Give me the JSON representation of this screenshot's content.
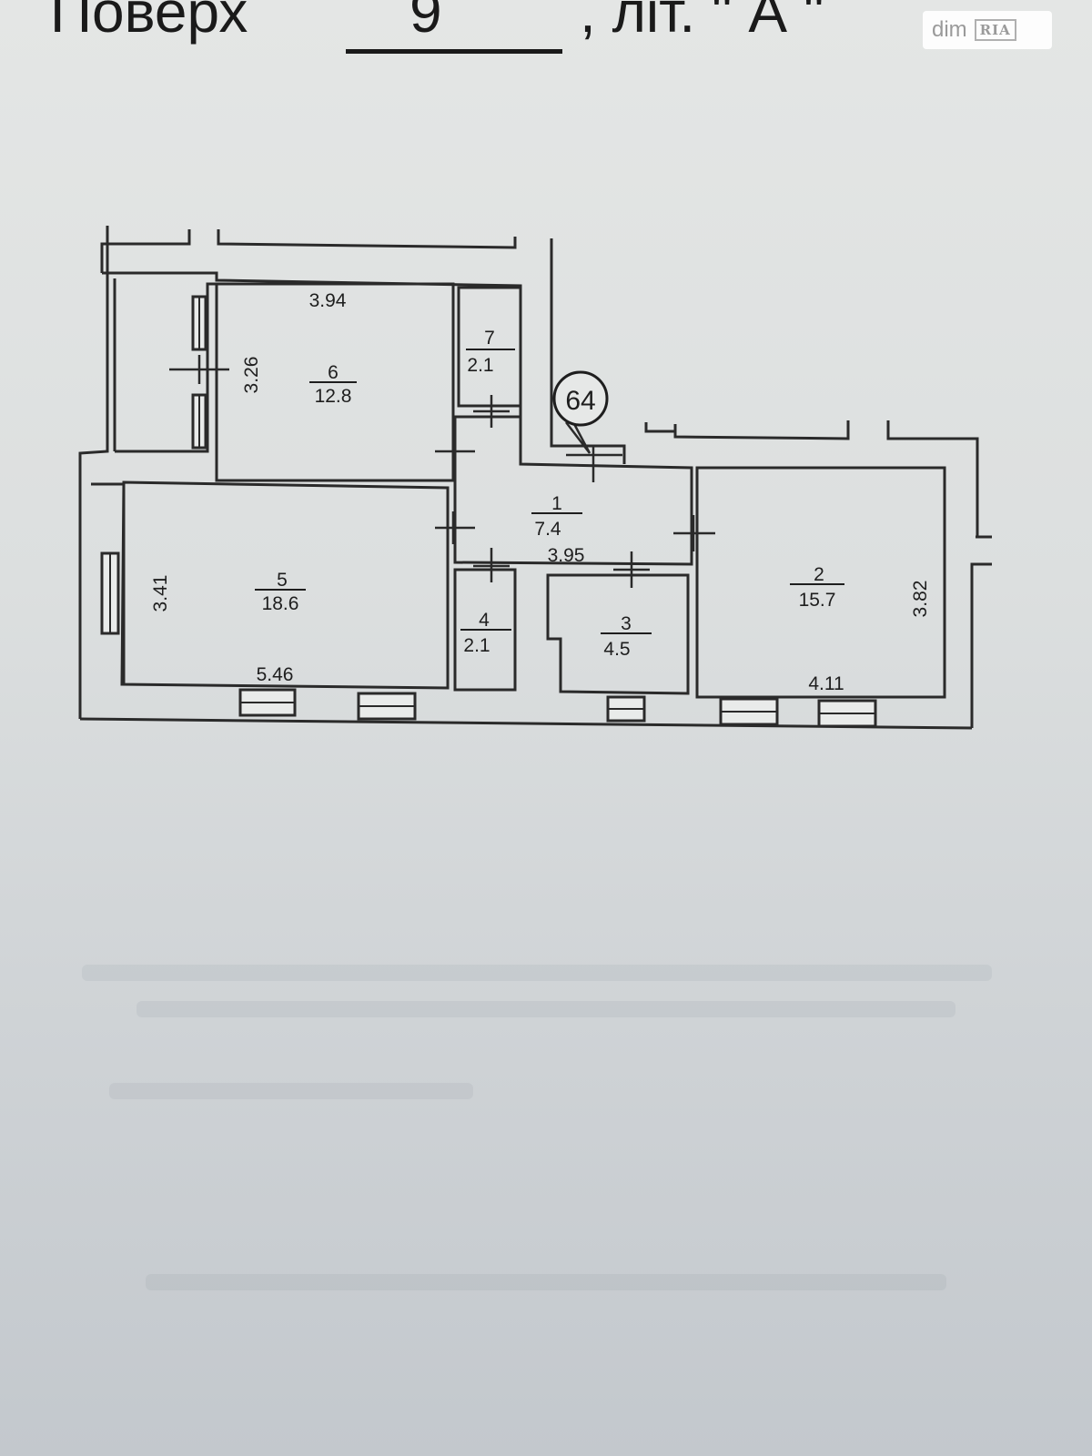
{
  "header": {
    "floor_label": "Поверх",
    "floor_number": "9",
    "letter_label": ", літ. \" А \""
  },
  "watermark": {
    "brand": "dim",
    "brand2": "RIA"
  },
  "apartment": {
    "number": "64"
  },
  "rooms": [
    {
      "number": "1",
      "area": "7.4"
    },
    {
      "number": "2",
      "area": "15.7"
    },
    {
      "number": "3",
      "area": "4.5"
    },
    {
      "number": "4",
      "area": "2.1"
    },
    {
      "number": "5",
      "area": "18.6"
    },
    {
      "number": "6",
      "area": "12.8"
    },
    {
      "number": "7",
      "area": "2.1"
    }
  ],
  "dimensions": {
    "room6_width": "3.94",
    "room6_height": "3.26",
    "room5_height": "3.41",
    "room5_width": "5.46",
    "room1_width": "3.95",
    "room2_width": "4.11",
    "room2_height": "3.82"
  }
}
